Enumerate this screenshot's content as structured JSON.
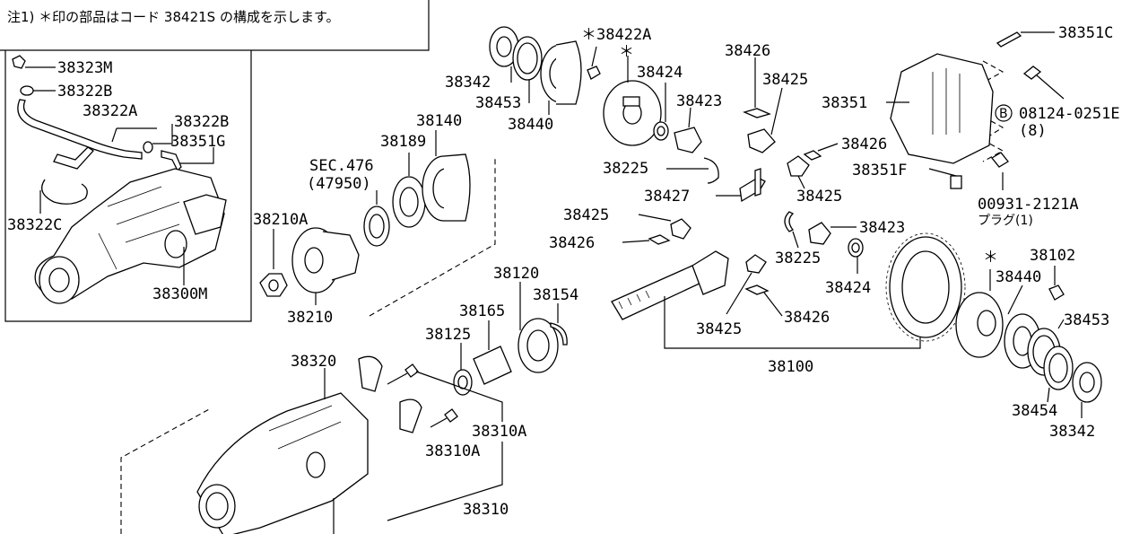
{
  "note": "注1) ＊印の部品はコード 38421S の構成を示します。",
  "labels": {
    "p38323M": "38323M",
    "p38322B_a": "38322B",
    "p38322A": "38322A",
    "p38322B_b": "38322B",
    "p38351G": "38351G",
    "p38322C": "38322C",
    "p38300M": "38300M",
    "p38210A": "38210A",
    "p38210": "38210",
    "sec476": "SEC.476",
    "sec47950": "(47950)",
    "p38189": "38189",
    "p38140": "38140",
    "p38342_a": "38342",
    "p38453_a": "38453",
    "p38440_a": "38440",
    "p38422A": "＊38422A",
    "asterisk1": "＊",
    "p38424_a": "38424",
    "p38423_a": "38423",
    "p38225_a": "38225",
    "p38427": "38427",
    "p38426_a": "38426",
    "p38425_a": "38425",
    "p38426_b": "38426",
    "p38425_b": "38425",
    "p38351F": "38351F",
    "p38425_c": "38425",
    "p38426_c": "38426",
    "p38423_b": "38423",
    "p38225_b": "38225",
    "p38424_b": "38424",
    "p38425_d": "38425",
    "p38426_d": "38426",
    "p38100": "38100",
    "p38351C": "38351C",
    "p38351": "38351",
    "circleB": "B",
    "p08124": "08124-0251E",
    "p08124qty": "(8)",
    "p00931": "00931-2121A",
    "plug": "プラグ(1)",
    "asterisk2": "＊",
    "p38102": "38102",
    "p38440_b": "38440",
    "p38453_b": "38453",
    "p38454": "38454",
    "p38342_b": "38342",
    "p38120": "38120",
    "p38165": "38165",
    "p38154": "38154",
    "p38125": "38125",
    "p38320": "38320",
    "p38310A_a": "38310A",
    "p38310A_b": "38310A",
    "p38310": "38310"
  }
}
